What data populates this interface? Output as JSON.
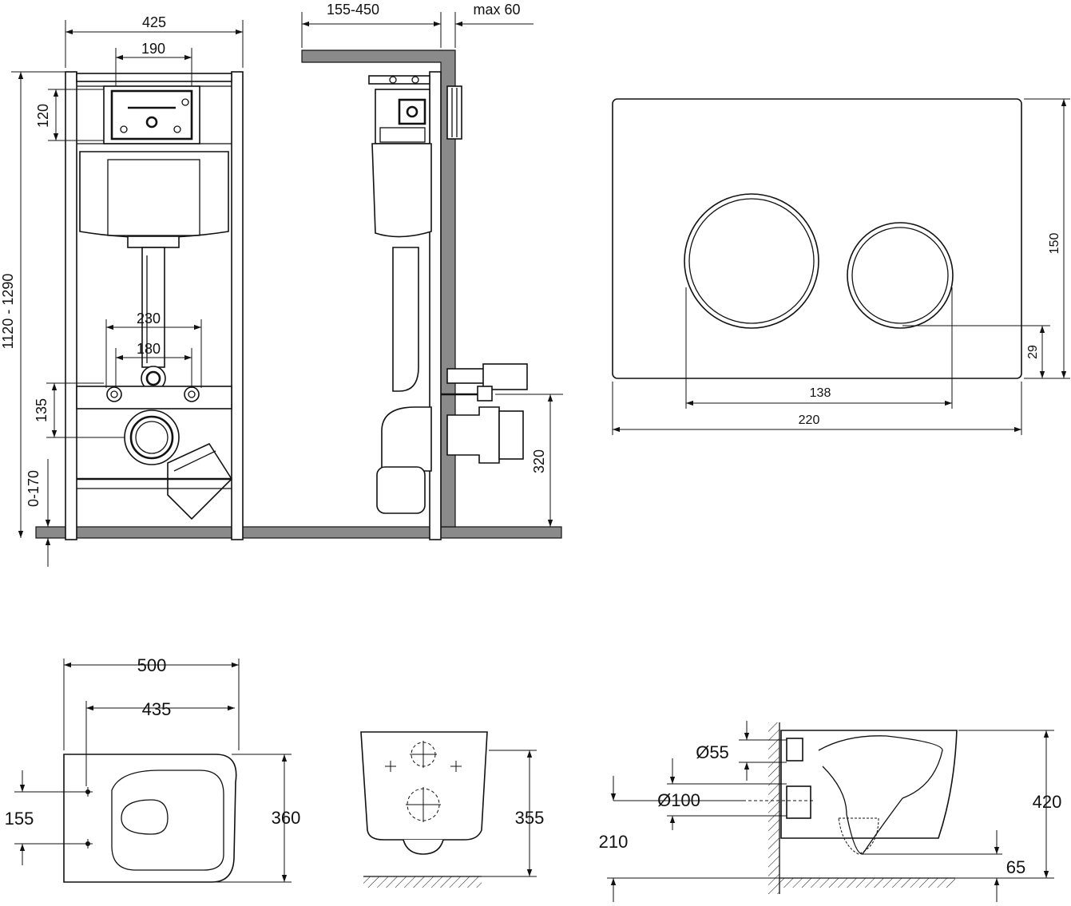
{
  "frame_view": {
    "width": "425",
    "plate_width": "190",
    "plate_height": "120",
    "total_height": "1120 - 1290",
    "pin_outer": "230",
    "pin_inner": "180",
    "outlet_height": "135",
    "floor_adjust": "0-170"
  },
  "side_view": {
    "depth": "155-450",
    "max_wall": "max 60",
    "outlet_level": "320"
  },
  "flush_plate": {
    "width": "220",
    "height": "150",
    "button_span": "138",
    "bottom_offset": "29"
  },
  "bowl_top": {
    "length": "500",
    "inner_length": "435",
    "hole_spacing": "155",
    "width": "360"
  },
  "bowl_rear": {
    "height": "355"
  },
  "bowl_side": {
    "inlet_dia": "Ø55",
    "outlet_dia": "Ø100",
    "height": "420",
    "outlet_height": "210",
    "bottom_gap": "65"
  }
}
